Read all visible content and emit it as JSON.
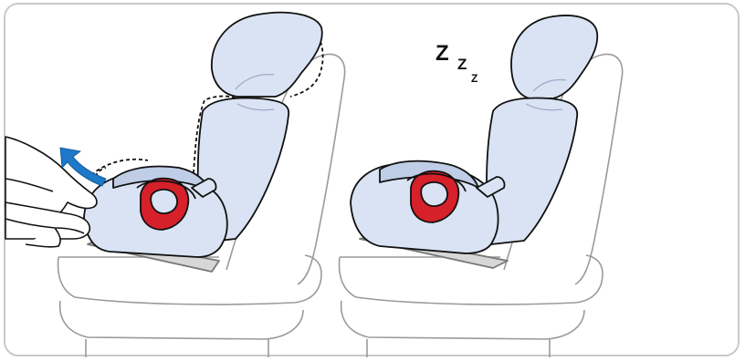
{
  "colors": {
    "frame_border": "#c9c9c9",
    "seat_outline": "#9a9a9a",
    "child_seat_fill": "#d9e3f3",
    "child_seat_shadow": "#bfcde6",
    "outline": "#111111",
    "buckle_red": "#d6202a",
    "arrow_blue": "#1e78c8",
    "base_plate": "#d7d7d7"
  },
  "panels": [
    {
      "id": "left",
      "action": "recline-adjust",
      "icons": [
        "hands-icon",
        "recline-arrow-icon"
      ]
    },
    {
      "id": "right",
      "state": "reclined-sleep",
      "icons": [
        "sleep-zzz-icon"
      ]
    }
  ],
  "sleep_label": {
    "z1": "Z",
    "z2": "Z",
    "z3": "Z"
  }
}
